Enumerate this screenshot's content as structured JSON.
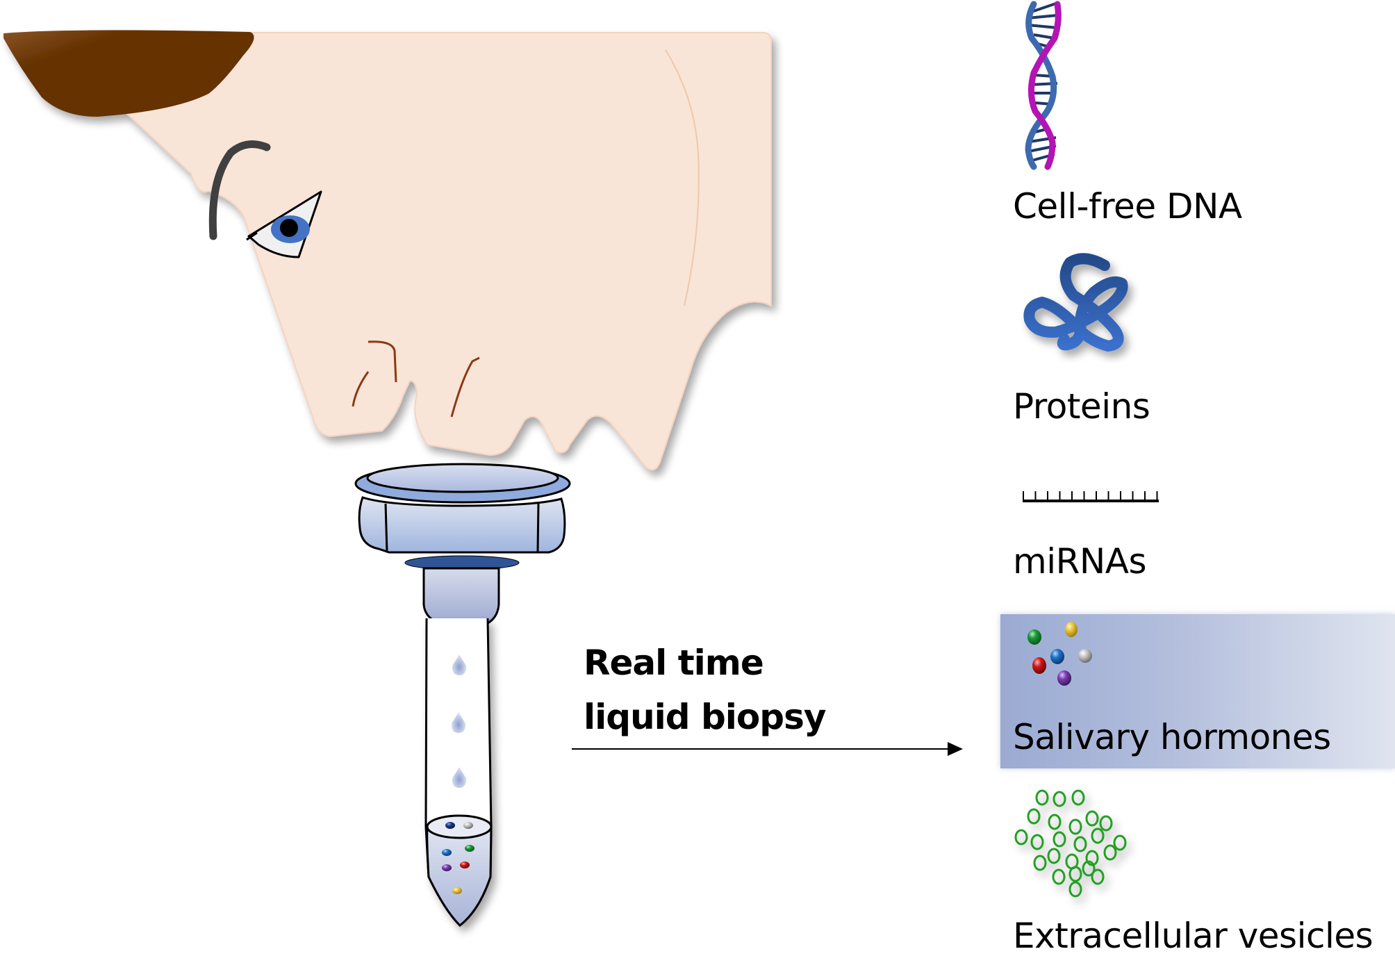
{
  "figure": {
    "process_label_lines": [
      "Real time",
      "liquid biopsy"
    ],
    "biomarkers": [
      {
        "id": "cfdna",
        "label": "Cell-free DNA",
        "icon": "dna-double-helix-icon"
      },
      {
        "id": "proteins",
        "label": "Proteins",
        "icon": "protein-folded-chain-icon"
      },
      {
        "id": "mirnas",
        "label": "miRNAs",
        "icon": "mirna-strand-icon"
      },
      {
        "id": "hormones",
        "label": "Salivary hormones",
        "icon": "hormone-spheres-icon",
        "highlighted": true
      },
      {
        "id": "vesicles",
        "label": "Extracellular vesicles",
        "icon": "extracellular-vesicles-icon"
      }
    ],
    "colors": {
      "skin": "#f9e4d8",
      "hair": "#663300",
      "iris": "#4472c4",
      "tube_blue": "#8faadc",
      "tube_dark_blue": "#2f5597",
      "dna_blue": "#3d6aaf",
      "dna_magenta": "#b414b4",
      "protein_blue": "#3366bb",
      "vesicle_green": "#22a022",
      "highlight_panel": "#9aaad2",
      "hormone_spheres": [
        "#1a9a3a",
        "#e8c840",
        "#1f74c8",
        "#c8c8c8",
        "#d01818",
        "#7b3fb0"
      ]
    }
  }
}
